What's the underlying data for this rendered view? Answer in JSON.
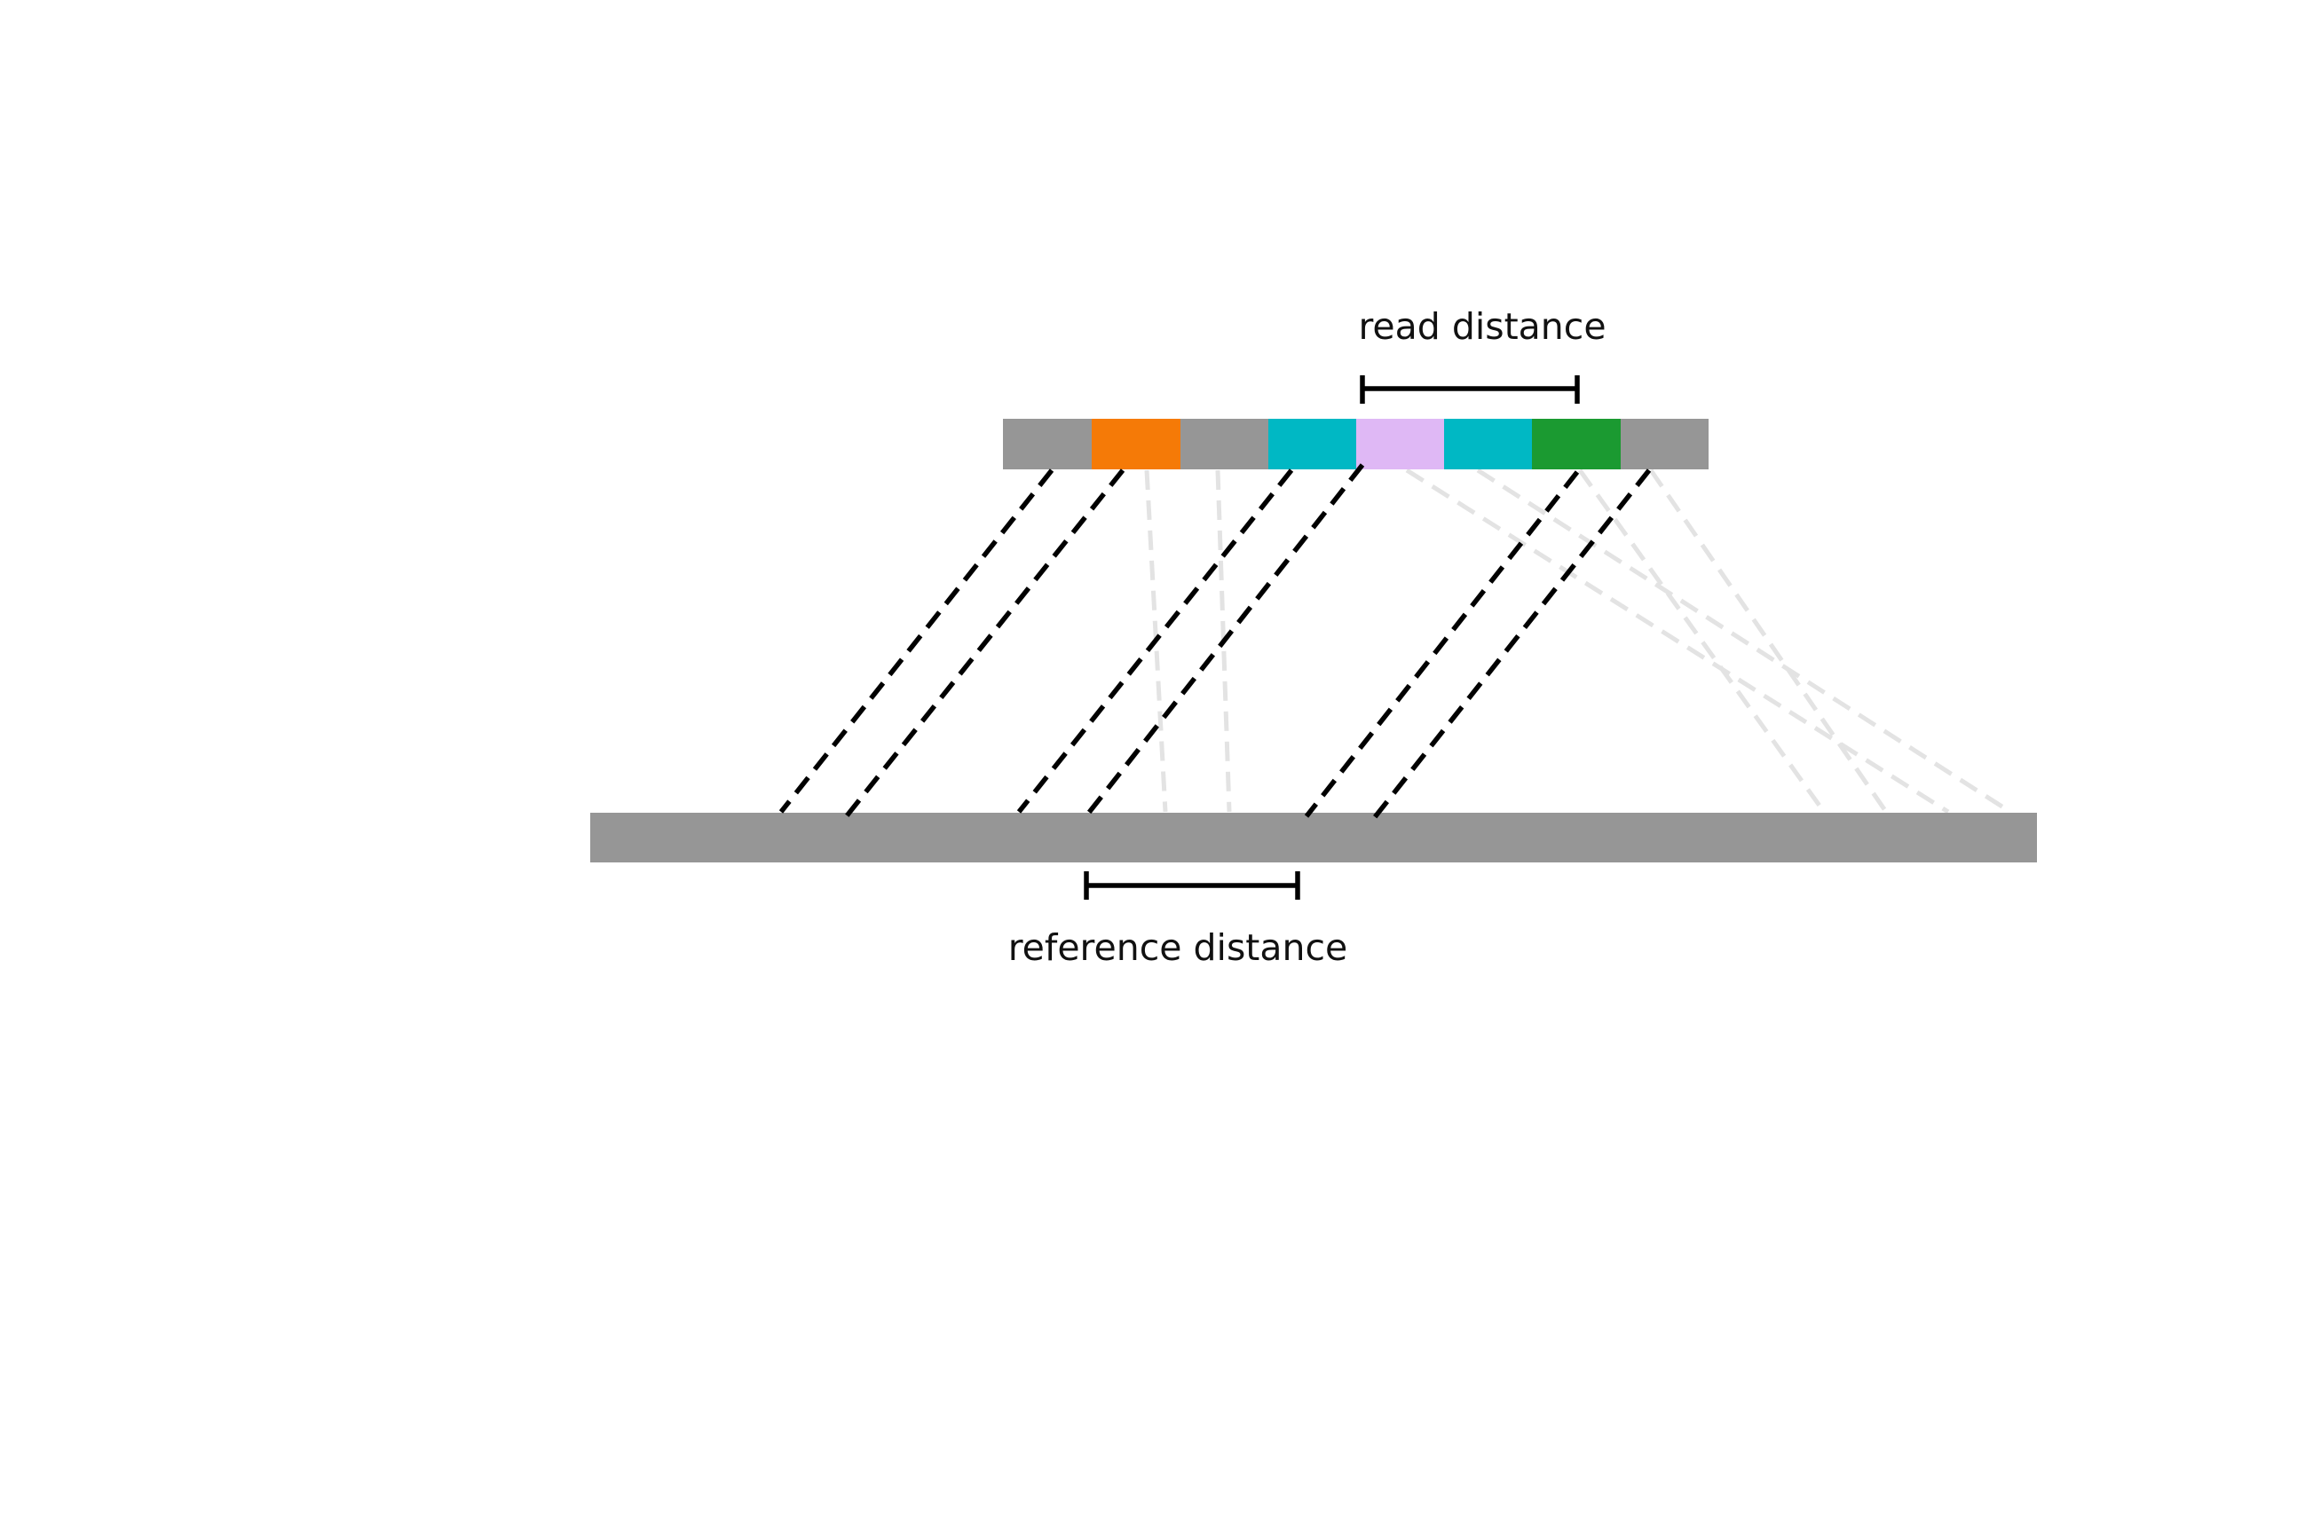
{
  "labels": {
    "read_distance": "read distance",
    "reference_distance": "reference distance"
  },
  "colors": {
    "backbone": "#969696",
    "orange": "#f57a07",
    "cyan": "#00b8c4",
    "lavender": "#dfb8f5",
    "green": "#1b9a31",
    "match_line": "#000000",
    "ghost_line": "#e3e3e3",
    "bracket": "#000000"
  },
  "read": {
    "segments": [
      {
        "name": "read-segment-1",
        "color": "backbone"
      },
      {
        "name": "read-segment-2",
        "color": "orange"
      },
      {
        "name": "read-segment-3",
        "color": "backbone"
      },
      {
        "name": "read-segment-4",
        "color": "cyan"
      },
      {
        "name": "read-segment-5",
        "color": "lavender"
      },
      {
        "name": "read-segment-6",
        "color": "cyan"
      },
      {
        "name": "read-segment-7",
        "color": "green"
      },
      {
        "name": "read-segment-8",
        "color": "backbone"
      }
    ]
  },
  "reference": {
    "color": "backbone"
  }
}
